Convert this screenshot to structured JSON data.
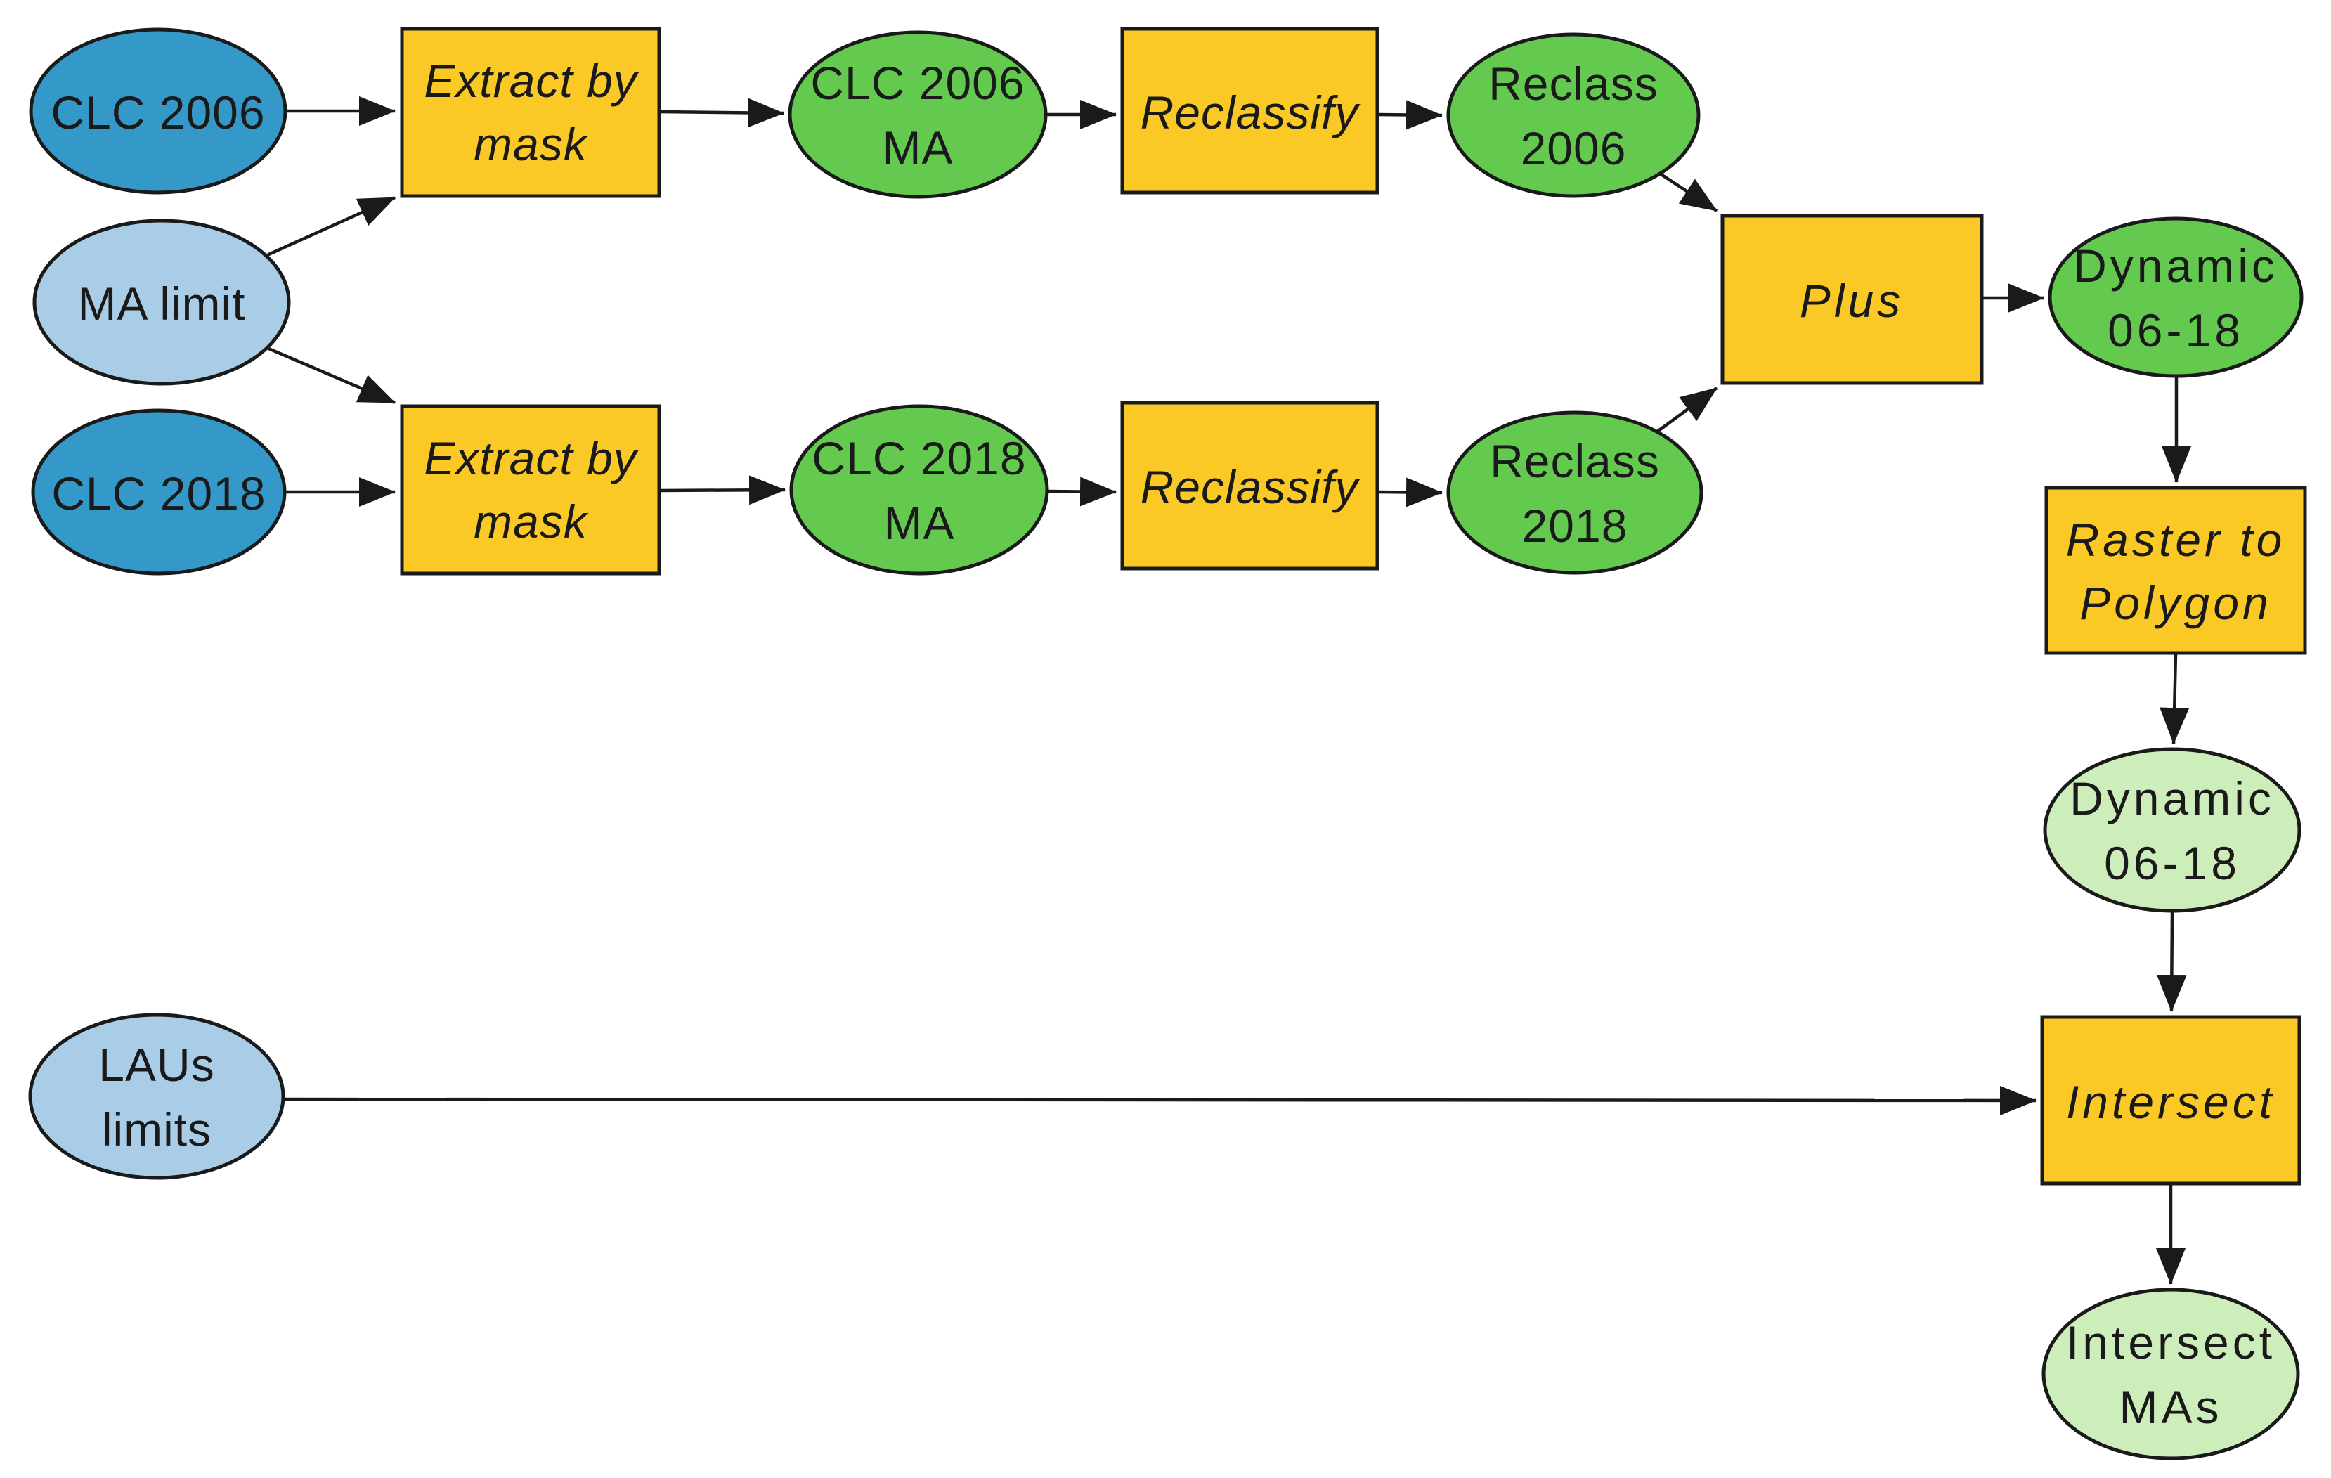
{
  "diagram": {
    "type": "flowchart",
    "description": "GIS ModelBuilder-style workflow computing land-cover dynamics 2006-2018 within metropolitan areas",
    "palette": {
      "input_blue": "#3498c8",
      "input_light_blue": "#a9cde6",
      "derived_green": "#63c94f",
      "output_light_green": "#cdeebb",
      "tool_yellow": "#fbc926",
      "stroke_black": "#1a1a1a",
      "background": "#ffffff"
    },
    "nodes": {
      "clc2006": {
        "label": "CLC 2006",
        "lines": [
          "CLC 2006"
        ],
        "shape": "ellipse",
        "role": "input"
      },
      "ma_limit": {
        "label": "MA limit",
        "lines": [
          "MA limit"
        ],
        "shape": "ellipse",
        "role": "input"
      },
      "clc2018": {
        "label": "CLC 2018",
        "lines": [
          "CLC 2018"
        ],
        "shape": "ellipse",
        "role": "input"
      },
      "extract_by_mask_1": {
        "label": "Extract by mask",
        "lines": [
          "Extract by",
          "mask"
        ],
        "shape": "rect",
        "role": "tool"
      },
      "extract_by_mask_2": {
        "label": "Extract by mask",
        "lines": [
          "Extract by",
          "mask"
        ],
        "shape": "rect",
        "role": "tool"
      },
      "clc2006_ma": {
        "label": "CLC 2006 MA",
        "lines": [
          "CLC 2006",
          "MA"
        ],
        "shape": "ellipse",
        "role": "derived"
      },
      "clc2018_ma": {
        "label": "CLC 2018 MA",
        "lines": [
          "CLC 2018",
          "MA"
        ],
        "shape": "ellipse",
        "role": "derived"
      },
      "reclassify_1": {
        "label": "Reclassify",
        "lines": [
          "Reclassify"
        ],
        "shape": "rect",
        "role": "tool"
      },
      "reclassify_2": {
        "label": "Reclassify",
        "lines": [
          "Reclassify"
        ],
        "shape": "rect",
        "role": "tool"
      },
      "reclass2006": {
        "label": "Reclass 2006",
        "lines": [
          "Reclass",
          "2006"
        ],
        "shape": "ellipse",
        "role": "derived"
      },
      "reclass2018": {
        "label": "Reclass 2018",
        "lines": [
          "Reclass",
          "2018"
        ],
        "shape": "ellipse",
        "role": "derived"
      },
      "plus": {
        "label": "Plus",
        "lines": [
          "Plus"
        ],
        "shape": "rect",
        "role": "tool"
      },
      "dynamic0618_raster": {
        "label": "Dynamic 06-18",
        "lines": [
          "Dynamic",
          "06-18"
        ],
        "shape": "ellipse",
        "role": "derived"
      },
      "raster_to_polygon": {
        "label": "Raster to Polygon",
        "lines": [
          "Raster to",
          "Polygon"
        ],
        "shape": "rect",
        "role": "tool"
      },
      "dynamic0618_polygon": {
        "label": "Dynamic 06-18",
        "lines": [
          "Dynamic",
          "06-18"
        ],
        "shape": "ellipse",
        "role": "output"
      },
      "laus_limits": {
        "label": "LAUs limits",
        "lines": [
          "LAUs",
          "limits"
        ],
        "shape": "ellipse",
        "role": "input"
      },
      "intersect": {
        "label": "Intersect",
        "lines": [
          "Intersect"
        ],
        "shape": "rect",
        "role": "tool"
      },
      "intersect_mas": {
        "label": "Intersect MAs",
        "lines": [
          "Intersect",
          "MAs"
        ],
        "shape": "ellipse",
        "role": "output"
      }
    },
    "edges": [
      {
        "from": "clc2006",
        "to": "extract_by_mask_1"
      },
      {
        "from": "ma_limit",
        "to": "extract_by_mask_1"
      },
      {
        "from": "ma_limit",
        "to": "extract_by_mask_2"
      },
      {
        "from": "clc2018",
        "to": "extract_by_mask_2"
      },
      {
        "from": "extract_by_mask_1",
        "to": "clc2006_ma"
      },
      {
        "from": "extract_by_mask_2",
        "to": "clc2018_ma"
      },
      {
        "from": "clc2006_ma",
        "to": "reclassify_1"
      },
      {
        "from": "clc2018_ma",
        "to": "reclassify_2"
      },
      {
        "from": "reclassify_1",
        "to": "reclass2006"
      },
      {
        "from": "reclassify_2",
        "to": "reclass2018"
      },
      {
        "from": "reclass2006",
        "to": "plus"
      },
      {
        "from": "reclass2018",
        "to": "plus"
      },
      {
        "from": "plus",
        "to": "dynamic0618_raster"
      },
      {
        "from": "dynamic0618_raster",
        "to": "raster_to_polygon"
      },
      {
        "from": "raster_to_polygon",
        "to": "dynamic0618_polygon"
      },
      {
        "from": "dynamic0618_polygon",
        "to": "intersect"
      },
      {
        "from": "laus_limits",
        "to": "intersect"
      },
      {
        "from": "intersect",
        "to": "intersect_mas"
      }
    ]
  }
}
